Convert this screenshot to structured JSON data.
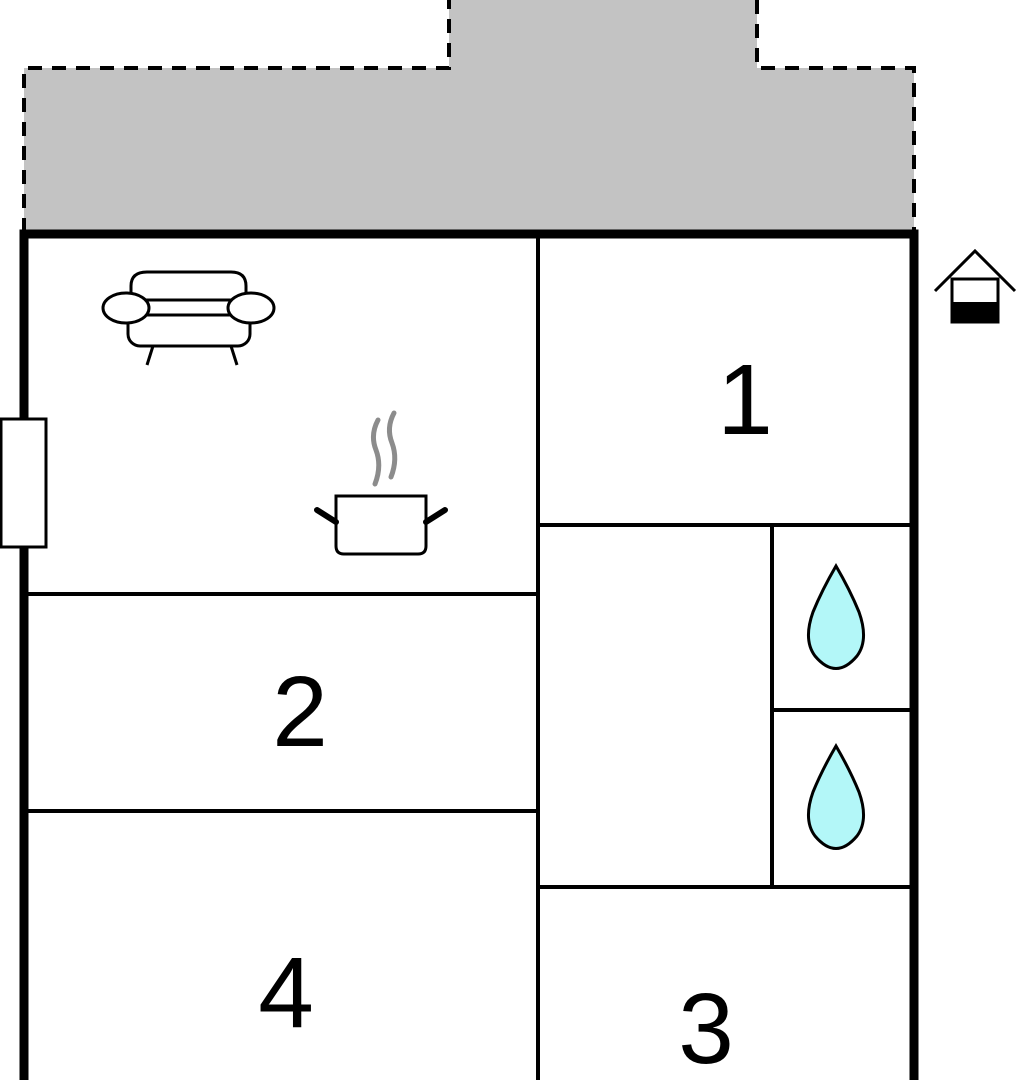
{
  "rooms": [
    {
      "id": "bedroom-1",
      "label": "1"
    },
    {
      "id": "bedroom-2",
      "label": "2"
    },
    {
      "id": "bedroom-3",
      "label": "3"
    },
    {
      "id": "bedroom-4",
      "label": "4"
    }
  ],
  "colors": {
    "terrace": "#c3c3c3",
    "wall": "#000000",
    "water": "#b3f7f8",
    "steam": "#8c8c8c",
    "background": "#ffffff"
  },
  "icons": [
    "sofa-icon",
    "cooking-pot-icon",
    "water-drop-icon",
    "water-drop-icon",
    "entrance-house-icon"
  ]
}
